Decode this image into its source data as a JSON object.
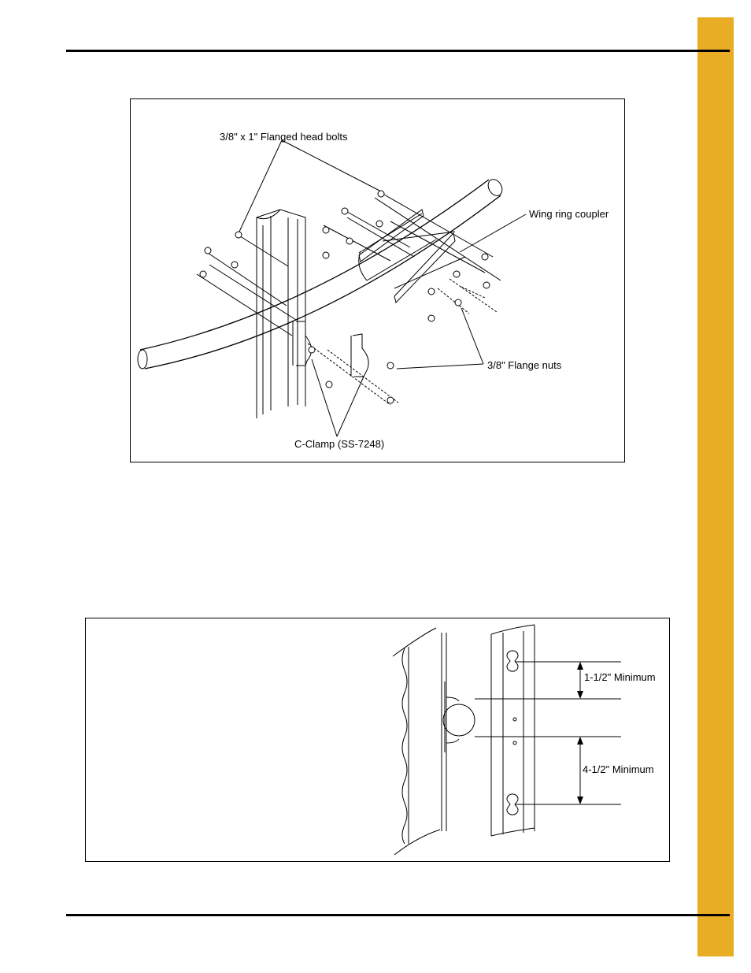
{
  "page": {
    "accent_color": "#e8ad24"
  },
  "figure_top": {
    "labels": {
      "bolts": "3/8\" x 1\" Flanged head bolts",
      "coupler": "Wing ring coupler",
      "nuts": "3/8\" Flange nuts",
      "clamp": "C-Clamp (SS-7248)"
    }
  },
  "figure_bottom": {
    "labels": {
      "top_min": "1-1/2\" Minimum",
      "bottom_min": "4-1/2\" Minimum"
    }
  }
}
